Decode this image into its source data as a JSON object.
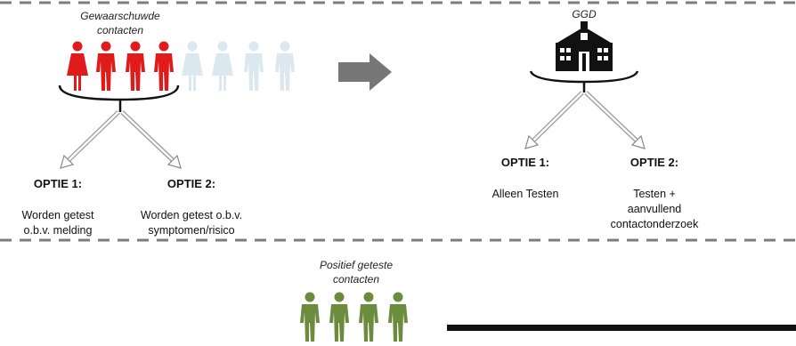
{
  "left_panel": {
    "title_line1": "Gewaarschuwde",
    "title_line2": "contacten",
    "option1": {
      "title": "OPTIE 1:",
      "desc_line1": "Worden getest",
      "desc_line2": "o.b.v. melding"
    },
    "option2": {
      "title": "OPTIE 2:",
      "desc_line1": "Worden getest o.b.v.",
      "desc_line2": "symptomen/risico"
    }
  },
  "right_panel": {
    "title": "GGD",
    "option1": {
      "title": "OPTIE 1:",
      "desc_line1": "Alleen Testen"
    },
    "option2": {
      "title": "OPTIE 2:",
      "desc_line1": "Testen +",
      "desc_line2": "aanvullend",
      "desc_line3": "contactonderzoek"
    }
  },
  "bottom_panel": {
    "title_line1": "Positief geteste",
    "title_line2": "contacten"
  },
  "colors": {
    "red_person": "#e01b1b",
    "light_person": "#dbe8f0",
    "green_person": "#6b8c3c",
    "arrow_gray": "#777777",
    "dashed_line": "#7d7d7d"
  },
  "icons": [
    "female-person-icon",
    "male-person-icon",
    "right-arrow-icon",
    "building-icon",
    "down-left-arrow-icon",
    "down-right-arrow-icon"
  ]
}
